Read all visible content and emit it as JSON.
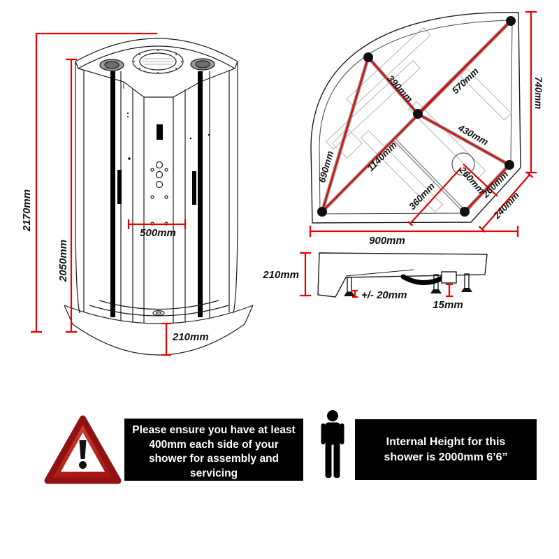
{
  "front_view": {
    "overall_height": "2170mm",
    "cabin_height": "2050mm",
    "internal_width": "500mm",
    "tray_height": "210mm"
  },
  "top_view": {
    "bar_back_left": "390mm",
    "bar_back_right": "570mm",
    "bar_right": "430mm",
    "edge_left": "690mm",
    "diagonal": "1140mm",
    "waste_to_front": "360mm",
    "waste_to_corner": "260mm",
    "corner_bar": "260mm",
    "corner_edge": "240mm",
    "depth": "740mm",
    "width": "900mm"
  },
  "side_view": {
    "tray_height": "210mm",
    "foot_adjustment": "+/- 20mm",
    "riser_gap": "15mm"
  },
  "notices": {
    "assembly": {
      "lines": [
        "Please ensure you have at least",
        "400mm each side of your",
        "shower for assembly and",
        "servicing"
      ]
    },
    "internal_height": {
      "lines": [
        "Internal Height for this",
        "shower is 2000mm 6’6”"
      ]
    }
  },
  "icons": {
    "warning": "warning-triangle-icon",
    "person": "person-height-icon"
  },
  "colors": {
    "dimension_red": "#e60000",
    "notice_background": "#000000",
    "notice_text": "#ffffff",
    "drawing_line": "#1c1c1c"
  }
}
